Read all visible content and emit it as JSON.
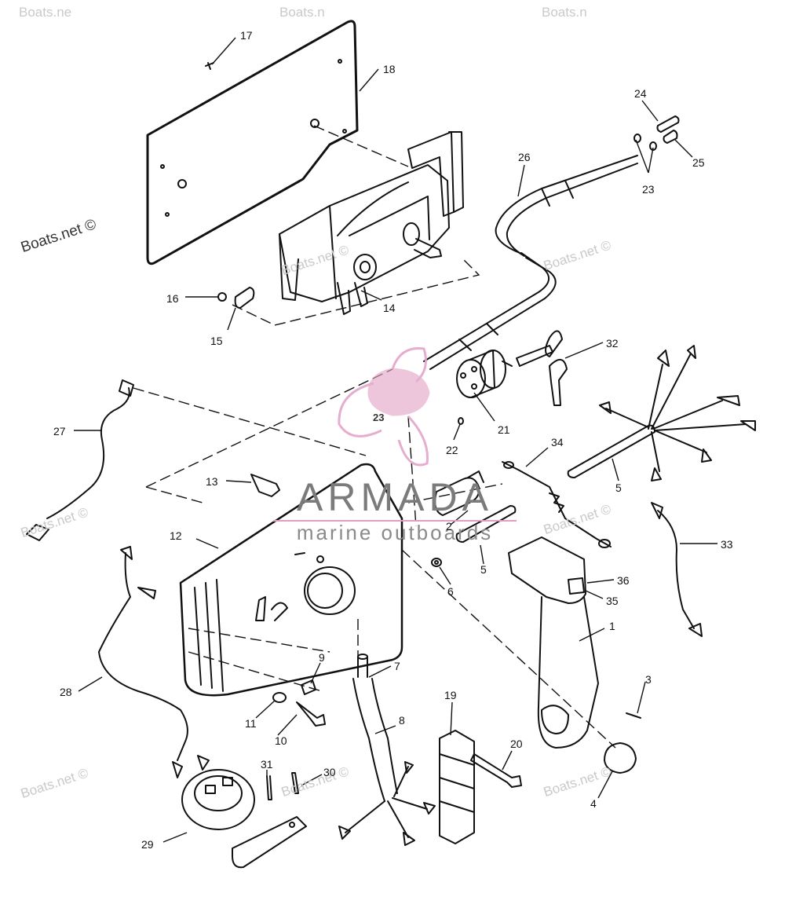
{
  "watermarks": [
    "Boats.net",
    "Boats.ne",
    "Boats.n",
    "Boats.net ©"
  ],
  "branding": {
    "name": "ARMADA",
    "tagline": "marine outboards",
    "badge_number": "23",
    "accent_color": "#e4a6c9"
  },
  "part_labels": [
    "17",
    "18",
    "24",
    "25",
    "23",
    "26",
    "14",
    "16",
    "15",
    "32",
    "27",
    "21",
    "22",
    "13",
    "34",
    "5",
    "12",
    "2",
    "33",
    "36",
    "35",
    "6",
    "5",
    "1",
    "9",
    "7",
    "3",
    "11",
    "10",
    "8",
    "28",
    "19",
    "20",
    "4",
    "31",
    "30",
    "29"
  ],
  "colors": {
    "line": "#111111",
    "leader": "#111111",
    "watermark": "#c9c9c9"
  }
}
